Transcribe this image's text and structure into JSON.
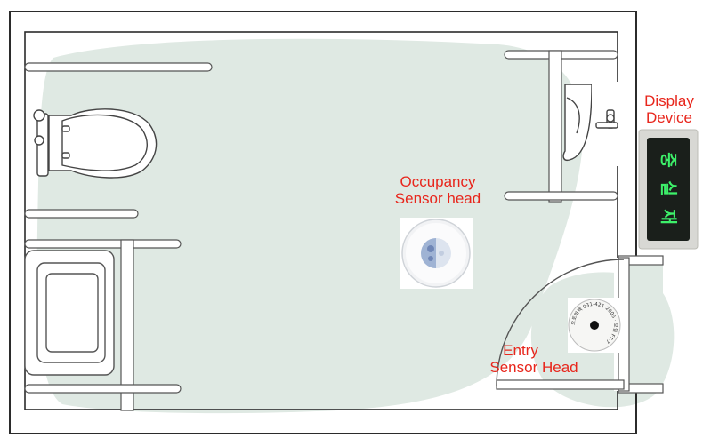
{
  "labels": {
    "display_device": [
      "Display",
      "Device"
    ],
    "occupancy_sensor": [
      "Occupancy",
      "Sensor head"
    ],
    "entry_sensor": [
      "Entry",
      "Sensor Head"
    ]
  },
  "display_sign": {
    "text": [
      "재",
      "실",
      "중"
    ]
  },
  "entry_sensor_print": {
    "text": "오토퍼펙 031-421-2005 · 모델 FT-7"
  },
  "colors": {
    "label": "#e8261c",
    "coverage": "#dfe9e3",
    "wall": "#2b2b2b",
    "sign_bg": "#1a1f1b",
    "sign_text": "#3df06a"
  }
}
